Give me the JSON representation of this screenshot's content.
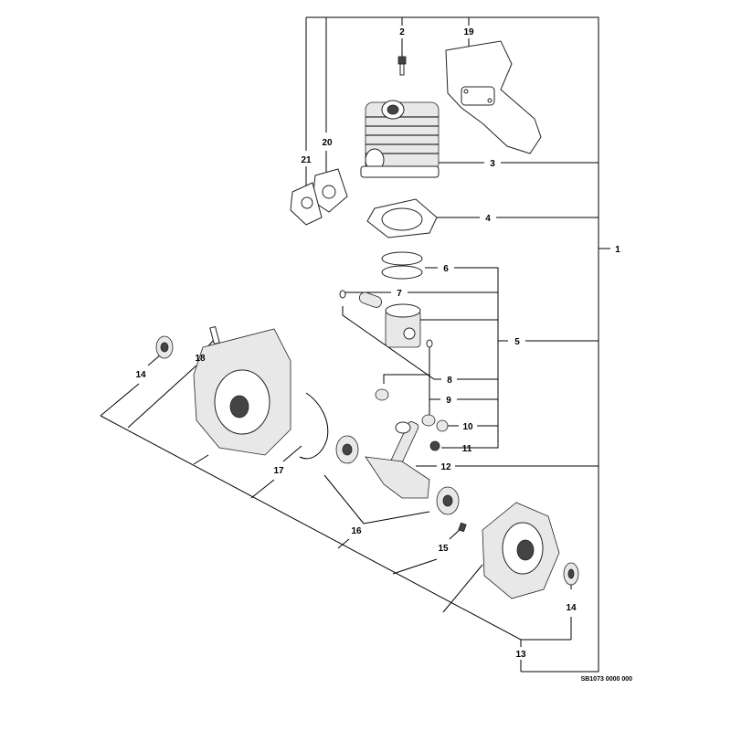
{
  "callouts": {
    "c1": "1",
    "c2": "2",
    "c3": "3",
    "c4": "4",
    "c5": "5",
    "c6": "6",
    "c7": "7",
    "c8": "8",
    "c9": "9",
    "c10": "10",
    "c11": "11",
    "c12": "12",
    "c13": "13",
    "c14a": "14",
    "c14b": "14",
    "c15": "15",
    "c16": "16",
    "c17": "17",
    "c18": "18",
    "c19": "19",
    "c20": "20",
    "c21": "21"
  },
  "reference_code": "SB1073 0000 000"
}
